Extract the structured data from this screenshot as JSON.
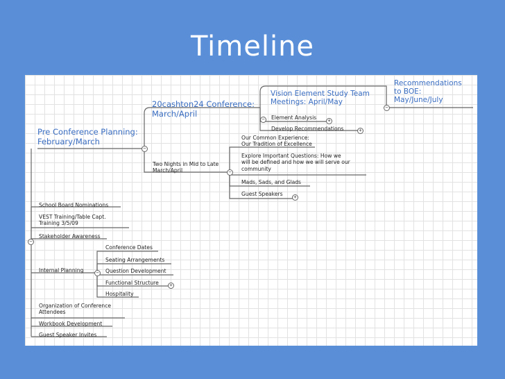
{
  "slide": {
    "title": "Timeline"
  },
  "map": {
    "pre_conference": {
      "title_line1": "Pre Conference Planning:",
      "title_line2": "February/March",
      "conference": {
        "title_line1": "20cashton24 Conference:",
        "title_line2": "March/April",
        "vision": {
          "title_line1": "Vision Element Study Team",
          "title_line2": "Meetings: April/May",
          "children": [
            "Element Analysis",
            "Develop Recommendations"
          ],
          "recommendations": {
            "line1": "Recommendations",
            "line2": "to BOE:",
            "line3": "May/June/July"
          }
        }
      },
      "two_nights": {
        "line1": "Two Nights in Mid to Late",
        "line2": "March/April",
        "children": {
          "common_line1": "Our Common Experience:",
          "common_line2": "Our Tradition of Excellence",
          "questions_line1": "Explore Important Questions: How we",
          "questions_line2": "will be defined and how we will serve our",
          "questions_line3": "community",
          "mads": "Mads, Sads, and Glads",
          "guest": "Guest Speakers"
        }
      }
    },
    "tasks": {
      "school_board": "School Board Nominations",
      "vest_line1": "VEST Training/Table Capt.",
      "vest_line2": "Training 3/5/09",
      "stakeholder": "Stakeholder Awareness",
      "internal": "Internal Planning",
      "internal_children": [
        "Conference Dates",
        "Seating Arrangements",
        "Question Development",
        "Functional Structure",
        "Hospitality"
      ],
      "organization_line1": "Organization of Conference",
      "organization_line2": "Attendees",
      "workbook": "Workbook Development",
      "guest_invites": "Guest Speaker Invites"
    },
    "toggle_symbols": {
      "collapse": "−",
      "expand": "+"
    }
  }
}
